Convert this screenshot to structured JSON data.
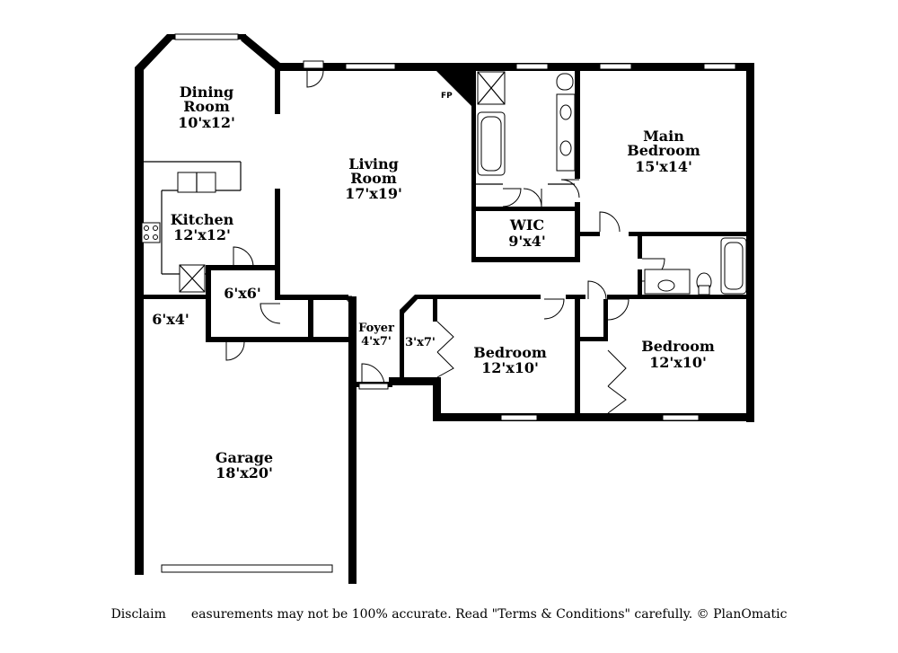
{
  "rooms": {
    "dining": {
      "name_line1": "Dining",
      "name_line2": "Room",
      "size": "10'x12'"
    },
    "living": {
      "name_line1": "Living",
      "name_line2": "Room",
      "size": "17'x19'"
    },
    "main_bedroom": {
      "name_line1": "Main",
      "name_line2": "Bedroom",
      "size": "15'x14'"
    },
    "kitchen": {
      "name": "Kitchen",
      "size": "12'x12'"
    },
    "wic": {
      "name": "WIC",
      "size": "9'x4'"
    },
    "utility": {
      "size": "6'x6'"
    },
    "storage": {
      "size": "6'x4'"
    },
    "foyer": {
      "name": "Foyer",
      "size": "4'x7'"
    },
    "closet": {
      "size": "3'x7'"
    },
    "bedroom2": {
      "name": "Bedroom",
      "size": "12'x10'"
    },
    "bedroom3": {
      "name": "Bedroom",
      "size": "12'x10'"
    },
    "garage": {
      "name": "Garage",
      "size": "18'x20'"
    }
  },
  "fireplace_label": "FP",
  "disclaimer": "Disclaim  easurements may not be 100% accurate. Read \"Terms & Conditions\" carefully. © PlanOmatic"
}
